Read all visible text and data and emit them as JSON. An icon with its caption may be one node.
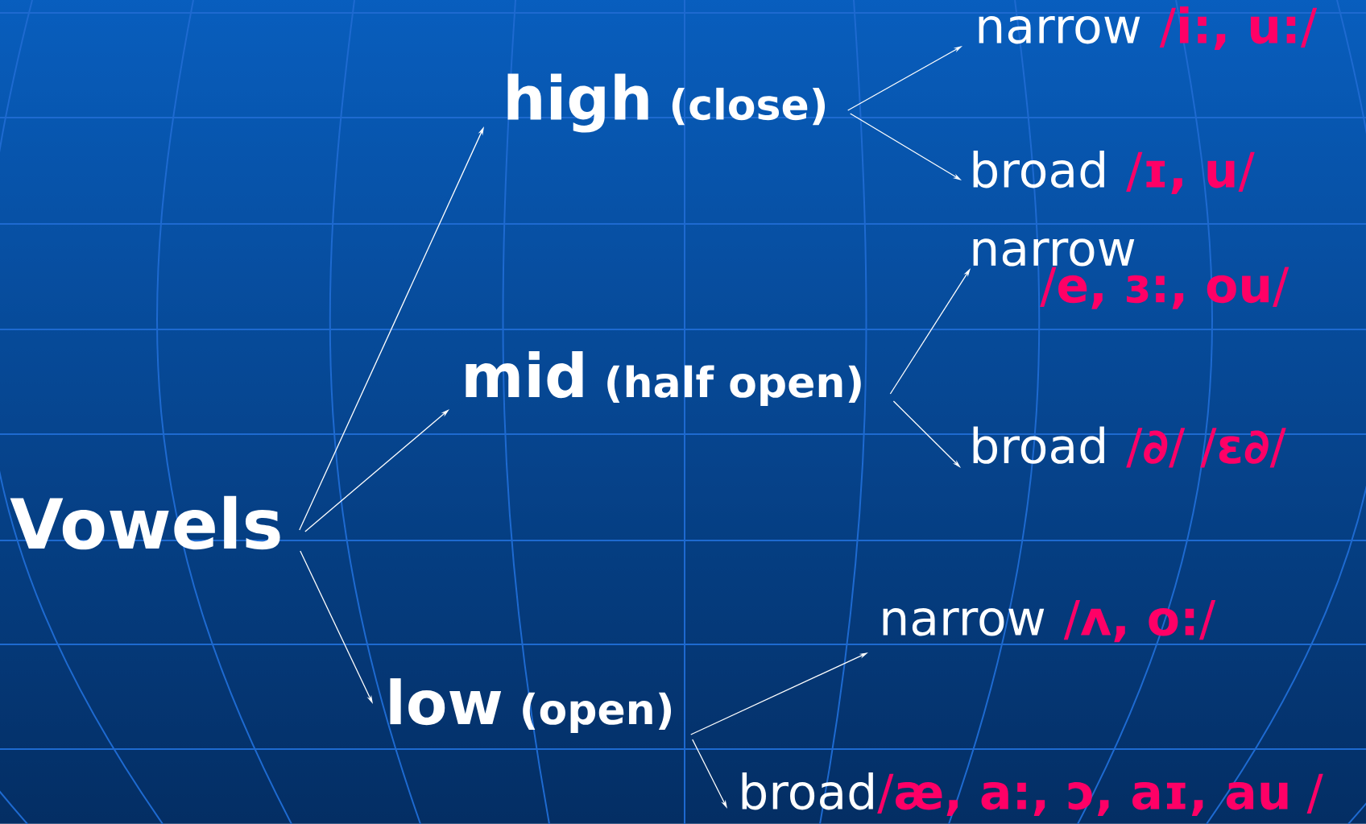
{
  "diagram": {
    "nodes": [
      {
        "text": [
          "Vowels"
        ]
      },
      {
        "text": [
          "high",
          "(close)"
        ]
      },
      {
        "text": [
          "mid",
          "(half open)"
        ]
      },
      {
        "text": [
          "low",
          "(open)"
        ]
      },
      {
        "text": [
          "narrow",
          "/**i:, u:**/"
        ]
      },
      {
        "text": [
          "broad",
          "/**ɪ, u**/"
        ]
      },
      {
        "text": [
          "narrow",
          "/**e, ɜ:, ou**/"
        ]
      },
      {
        "text": [
          "broad",
          "/**∂**/ /**ε∂**/"
        ]
      },
      {
        "text": [
          "narrow",
          "/**ʌ, o:**/"
        ]
      },
      {
        "text": [
          "broad",
          "/**æ, a:, ɔ, aɪ, au** /"
        ]
      }
    ],
    "edges": [
      {
        "from": 0,
        "to": 1,
        "arrow": "to"
      },
      {
        "from": 0,
        "to": 2,
        "arrow": "to"
      },
      {
        "from": 0,
        "to": 3,
        "arrow": "to"
      },
      {
        "from": 1,
        "to": 4,
        "arrow": "to"
      },
      {
        "from": 1,
        "to": 5,
        "arrow": "to"
      },
      {
        "from": 2,
        "to": 6,
        "arrow": "to"
      },
      {
        "from": 2,
        "to": 7,
        "arrow": "to"
      },
      {
        "from": 3,
        "to": 8,
        "arrow": "to"
      },
      {
        "from": 3,
        "to": 9,
        "arrow": "to"
      }
    ]
  }
}
